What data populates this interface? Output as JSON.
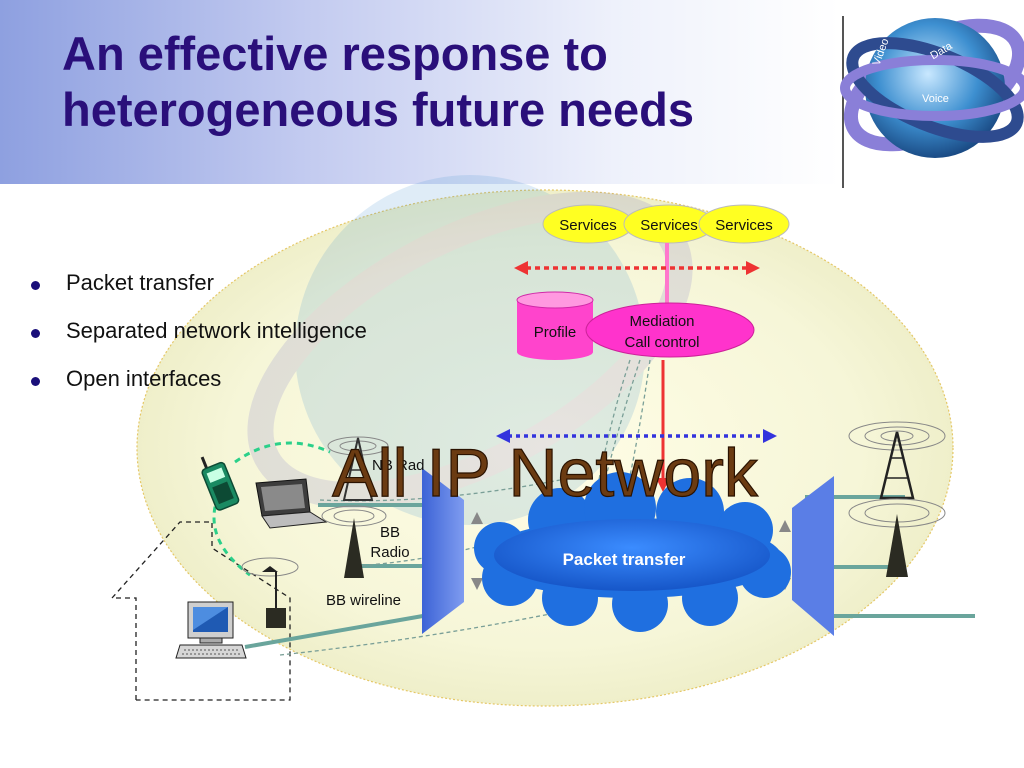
{
  "slide": {
    "title_line1": "An effective response to",
    "title_line2": "heterogeneous future needs"
  },
  "logo": {
    "labels": [
      "Video",
      "Data",
      "Voice"
    ],
    "colors": {
      "globe": "#3d8fd0",
      "ring": "#8a7fd8",
      "ring_dark": "#2e4b8f"
    }
  },
  "bullets": [
    "Packet transfer",
    "Separated network intelligence",
    "Open interfaces"
  ],
  "diagram": {
    "services": [
      "Services",
      "Services",
      "Services"
    ],
    "profile_label": "Profile",
    "mediation_line1": "Mediation",
    "mediation_line2": "Call control",
    "network_title": "All IP Network",
    "cloud_label": "Packet transfer",
    "nb_label": "NB Rad",
    "bb_radio_line1": "BB",
    "bb_radio_line2": "Radio",
    "bb_wireline_label": "BB wireline",
    "colors": {
      "services_fill": "#ffff22",
      "mediation_fill": "#ff33cc",
      "profile_fill": "#ff44cc",
      "cloud_fill": "#1f6fe0",
      "edge_blue": "#4a72dd",
      "red_arrow": "#ee3333",
      "blue_arrow": "#3333dd",
      "title_fill": "#6b3b12",
      "connector": "#6aa59c"
    }
  }
}
